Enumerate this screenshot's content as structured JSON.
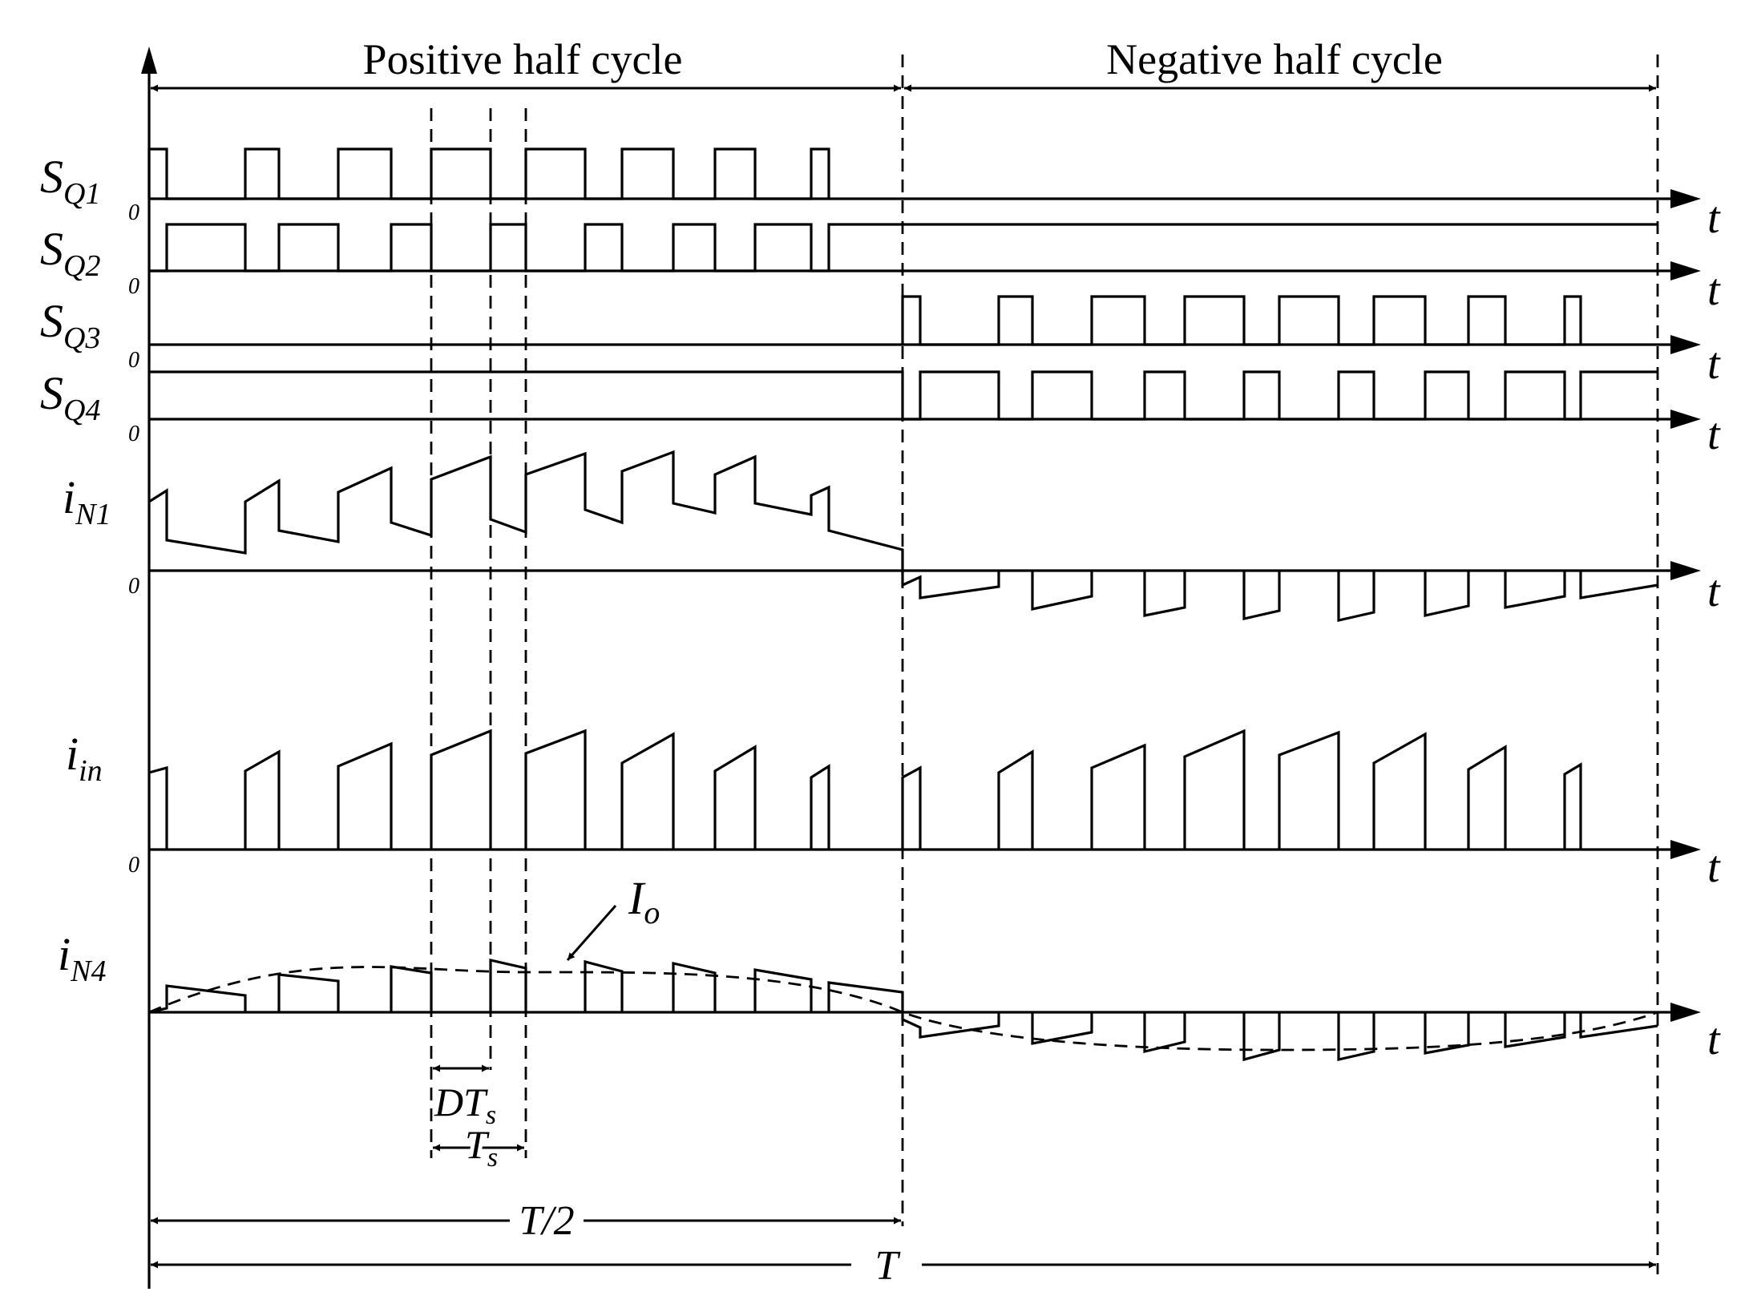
{
  "title_positive": "Positive half cycle",
  "title_negative": "Negative half cycle",
  "time_axis_label": "t",
  "zero_label": "0",
  "channels": [
    {
      "id": "sq1",
      "symbol": "S",
      "subscript": "Q1"
    },
    {
      "id": "sq2",
      "symbol": "S",
      "subscript": "Q2"
    },
    {
      "id": "sq3",
      "symbol": "S",
      "subscript": "Q3"
    },
    {
      "id": "sq4",
      "symbol": "S",
      "subscript": "Q4"
    },
    {
      "id": "in1",
      "symbol": "i",
      "subscript": "N1"
    },
    {
      "id": "iin",
      "symbol": "i",
      "subscript": "in"
    },
    {
      "id": "in4",
      "symbol": "i",
      "subscript": "N4"
    }
  ],
  "annotations": {
    "io_symbol": "I",
    "io_subscript": "o",
    "dts_prefix": "DT",
    "dts_subscript": "s",
    "ts_symbol": "T",
    "ts_subscript": "s",
    "half_period": "T/2",
    "period": "T"
  }
}
